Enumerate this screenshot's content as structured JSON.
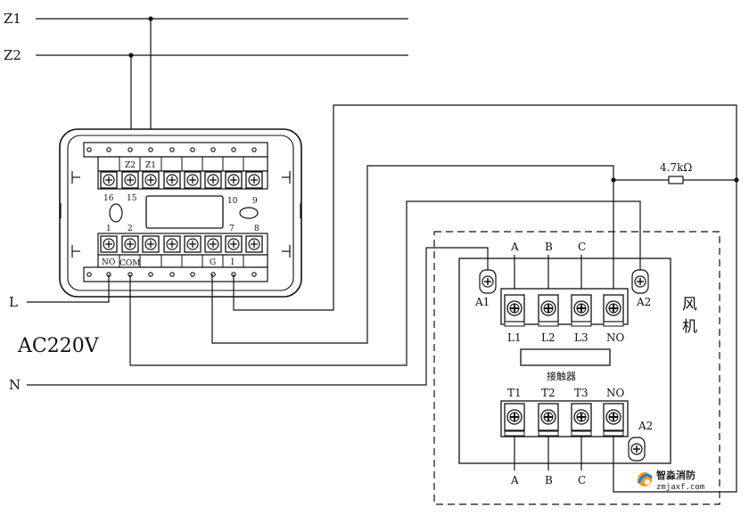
{
  "lines": {
    "z1": "Z1",
    "z2": "Z2",
    "l": "L",
    "n": "N"
  },
  "supply_label": "AC220V",
  "resistor_label": "4.7kΩ",
  "module": {
    "top_numbers": [
      "16",
      "15",
      "10",
      "9"
    ],
    "top_terminal_labels": [
      "Z2",
      "Z1"
    ],
    "bottom_numbers": [
      "1",
      "2",
      "7",
      "8"
    ],
    "bottom_terminal_labels": [
      "NO",
      "COM",
      "G",
      "I"
    ]
  },
  "contactor": {
    "phase_top": [
      "A",
      "B",
      "C"
    ],
    "line_terminals": [
      "L1",
      "L2",
      "L3",
      "NO"
    ],
    "name": "接触器",
    "load_terminals": [
      "T1",
      "T2",
      "T3",
      "NO"
    ],
    "phase_bottom": [
      "A",
      "B",
      "C"
    ],
    "coil_left": "A1",
    "coil_right": "A2",
    "coil_right_lower": "A2"
  },
  "fan_label": [
    "风",
    "机"
  ],
  "watermark": {
    "name": "智淼消防",
    "url": "zmjaxf.com"
  }
}
